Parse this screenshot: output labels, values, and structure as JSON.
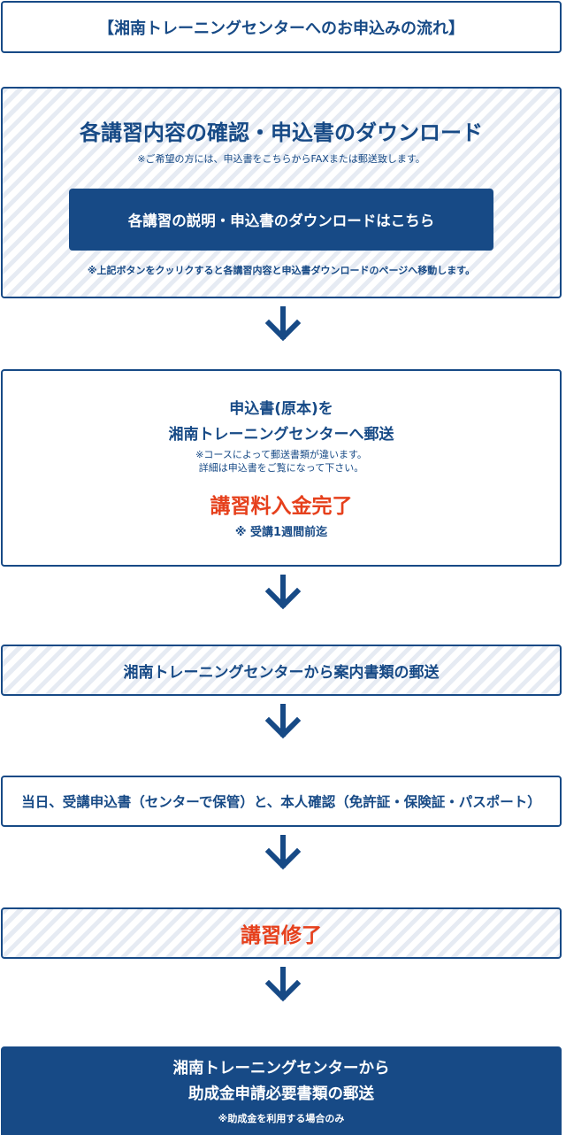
{
  "flow_title": "【湘南トレーニングセンターへのお申込みの流れ】",
  "step1": {
    "heading": "各講習内容の確認・申込書のダウンロード",
    "note": "※ご希望の方には、申込書をこちらからFAXまたは郵送致します。",
    "button_label": "各講習の説明・申込書のダウンロードはこちら",
    "button_note": "※上記ボタンをクッリクすると各講習内容と申込書ダウンロードのページへ移動します。"
  },
  "step2": {
    "line1": "申込書(原本)を",
    "line2": "湘南トレーニングセンターへ郵送",
    "note1": "※コースによって郵送書類が違います。",
    "note2": "詳細は申込書をご覧になって下さい。",
    "highlight": "講習料入金完了",
    "highlight_note": "※ 受講1週間前迄"
  },
  "step3": {
    "text": "湘南トレーニングセンターから案内書類の郵送"
  },
  "step4": {
    "text": "当日、受講申込書（センターで保管）と、本人確認（免許証・保険証・パスポート）"
  },
  "step5": {
    "text": "講習修了"
  },
  "step6": {
    "line1": "湘南トレーニングセンターから",
    "line2": "助成金申請必要書類の郵送",
    "note": "※助成金を利用する場合のみ"
  },
  "icons": {
    "arrow": "arrow-down-icon"
  },
  "colors": {
    "primary": "#174a86",
    "accent": "#e6401c",
    "stripe": "#e6ebf3"
  }
}
